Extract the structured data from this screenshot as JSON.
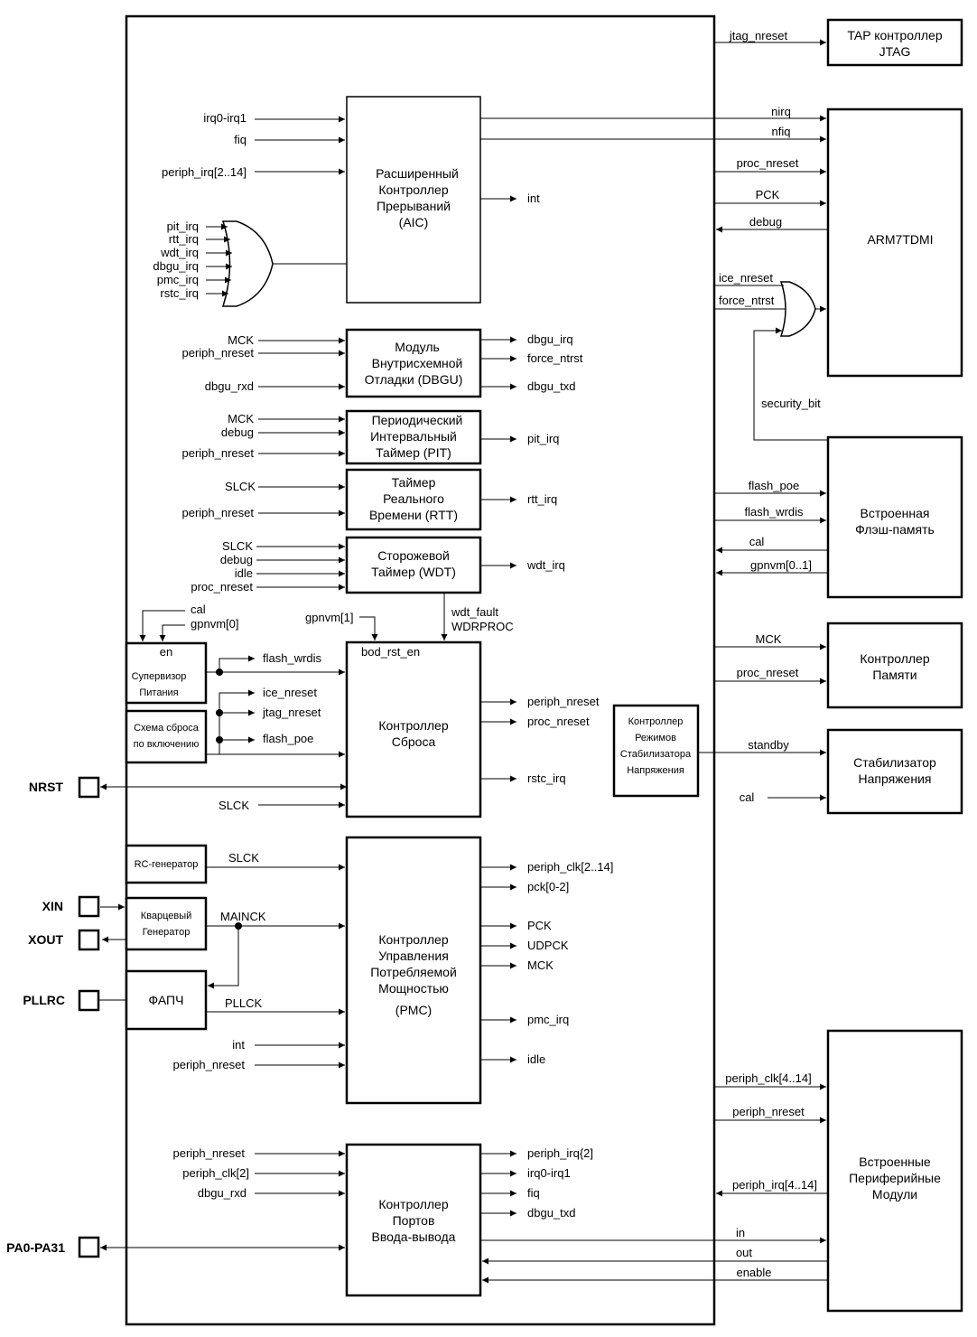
{
  "blocks": {
    "tap": [
      "TAP контроллер",
      "JTAG"
    ],
    "arm": [
      "ARM7TDMI"
    ],
    "flash": [
      "Встроенная",
      "Флэш-память"
    ],
    "memctrl": [
      "Контроллер",
      "Памяти"
    ],
    "vreg": [
      "Стабилизатор",
      "Напряжения"
    ],
    "periph": [
      "Встроенные",
      "Периферийные",
      "Модули"
    ],
    "aic": [
      "Расширенный",
      "Контроллер",
      "Прерываний",
      "(AIC)"
    ],
    "dbgu": [
      "Модуль",
      "Внутрисхемной",
      "Отладки (DBGU)"
    ],
    "pit": [
      "Периодический",
      "Интервальный",
      "Таймер (PIT)"
    ],
    "rtt": [
      "Таймер",
      "Реального",
      "Времени (RTT)"
    ],
    "wdt": [
      "Сторожевой",
      "Таймер (WDT)"
    ],
    "rstc": [
      "Контроллер",
      "Сброса"
    ],
    "pmc": [
      "Контроллер",
      "Управления",
      "Потребляемой",
      "Мощностью",
      "(PMC)"
    ],
    "pio": [
      "Контроллер",
      "Портов",
      "Ввода-вывода"
    ],
    "supervisor": [
      "Супервизор",
      "Питания"
    ],
    "supervisor_en": "en",
    "por": [
      "Схема сброса",
      "по включению"
    ],
    "rc": "RC-генератор",
    "osc": [
      "Кварцевый",
      "Генератор"
    ],
    "pll": "ФАПЧ",
    "vregmode": [
      "Контроллер",
      "Режимов",
      "Стабилизатора",
      "Напряжения"
    ]
  },
  "pins": {
    "nrst": "NRST",
    "xin": "XIN",
    "xout": "XOUT",
    "pllrc": "PLLRC",
    "pa": "PA0-PA31"
  },
  "signals": {
    "jtag_nreset": "jtag_nreset",
    "nirq": "nirq",
    "nfiq": "nfiq",
    "proc_nreset": "proc_nreset",
    "pck": "PCK",
    "debug": "debug",
    "ice_nreset": "ice_nreset",
    "force_ntrst": "force_ntrst",
    "security_bit": "security_bit",
    "flash_poe": "flash_poe",
    "flash_wrdis": "flash_wrdis",
    "cal": "cal",
    "gpnvm01": "gpnvm[0..1]",
    "mck": "MCK",
    "standby": "standby",
    "periph_clk_4_14": "periph_clk[4..14]",
    "periph_nreset": "periph_nreset",
    "periph_irq_4_14": "periph_irq[4..14]",
    "in": "in",
    "out": "out",
    "enable": "enable",
    "irq0_irq1": "irq0-irq1",
    "fiq": "fiq",
    "periph_irq_2_14": "periph_irq[2..14]",
    "int": "int",
    "pit_irq": "pit_irq",
    "rtt_irq": "rtt_irq",
    "wdt_irq": "wdt_irq",
    "dbgu_irq": "dbgu_irq",
    "pmc_irq": "pmc_irq",
    "rstc_irq": "rstc_irq",
    "dbgu_rxd": "dbgu_rxd",
    "dbgu_txd": "dbgu_txd",
    "force_ntrst_out": "force_ntrst",
    "slck": "SLCK",
    "idle": "idle",
    "gpnvm0": "gpnvm[0]",
    "gpnvm1": "gpnvm[1]",
    "wdt_fault": "wdt_fault",
    "wdrproc": "WDRPROC",
    "bod_rst_en": "bod_rst_en",
    "jtag_nreset_int": "jtag_nreset",
    "periph_clk_2_14": "periph_clk[2..14]",
    "pck_0_2": "pck[0-2]",
    "udpck": "UDPCK",
    "mainck": "MAINCK",
    "pllck": "PLLCK",
    "periph_irq2": "periph_irq{2]",
    "periph_clk2": "periph_clk[2]"
  }
}
